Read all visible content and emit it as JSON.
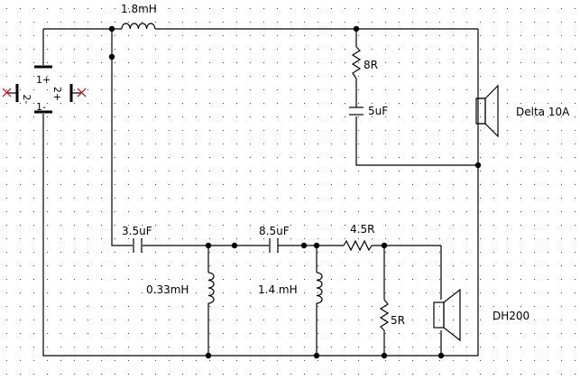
{
  "colors": {
    "wire": "#000000",
    "component": "#000000",
    "grid_dot": "#444444",
    "junction": "#000000",
    "disconnected_marker": "#cc0000",
    "background": "#ffffff"
  },
  "grid": {
    "visible": true
  },
  "input_connector": {
    "pin_labels": {
      "pin1_plus": "1+",
      "pin1_minus": "1-",
      "pin2_plus": "2+",
      "pin2_minus": "2-"
    }
  },
  "components": {
    "L1": {
      "label": "1.8mH",
      "icon": "inductor-icon"
    },
    "R1": {
      "label": "8R",
      "icon": "resistor-icon"
    },
    "C1": {
      "label": "5uF",
      "icon": "capacitor-icon"
    },
    "C2": {
      "label": "3.5uF",
      "icon": "capacitor-icon"
    },
    "L2": {
      "label": "0.33mH",
      "icon": "inductor-icon"
    },
    "C3": {
      "label": "8.5uF",
      "icon": "capacitor-icon"
    },
    "L3": {
      "label": "1.4 mH",
      "icon": "inductor-icon"
    },
    "R2": {
      "label": "4.5R",
      "icon": "resistor-icon"
    },
    "R3": {
      "label": "5R",
      "icon": "resistor-icon"
    }
  },
  "speakers": {
    "woofer": {
      "label": "Delta 10A",
      "icon": "speaker-icon"
    },
    "tweeter": {
      "label": "DH200",
      "icon": "speaker-icon"
    }
  }
}
